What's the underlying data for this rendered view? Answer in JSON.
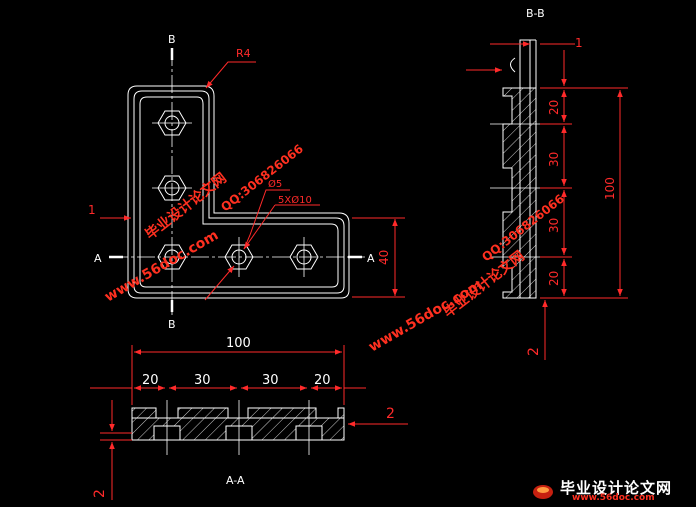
{
  "views": {
    "section_bb": "B-B",
    "section_aa": "A-A",
    "label_a": "A",
    "label_b": "B"
  },
  "dims": {
    "radius": "R4",
    "hole_d5": "Ø5",
    "holes": "5XØ10",
    "top_1": "1",
    "left_1": "1",
    "h40": "40",
    "bb_20a": "20",
    "bb_30a": "30",
    "bb_30b": "30",
    "bb_20b": "20",
    "bb_100": "100",
    "bb_2": "2",
    "aa_100": "100",
    "aa_20a": "20",
    "aa_30a": "30",
    "aa_30b": "30",
    "aa_20b": "20",
    "aa_2r": "2",
    "aa_2l": "2"
  },
  "watermarks": {
    "site": "www.56doc.com",
    "qq": "QQ:306826066",
    "cn": "毕业设计论文网"
  },
  "logo": {
    "cn": "毕业设计论文网",
    "url": "www.56doc.com"
  },
  "colors": {
    "drawing": "#ffffff",
    "dimension": "#ff2a2a",
    "background": "#000000"
  }
}
